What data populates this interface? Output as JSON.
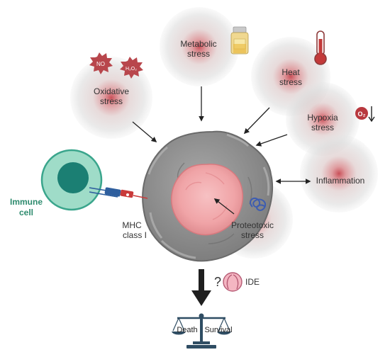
{
  "stresses": {
    "metabolic": {
      "line1": "Metabolic",
      "line2": "stress"
    },
    "oxidative": {
      "line1": "Oxidative",
      "line2": "stress"
    },
    "heat": {
      "line1": "Heat",
      "line2": "stress"
    },
    "hypoxia": {
      "line1": "Hypoxia",
      "line2": "stress"
    },
    "inflammation": {
      "label": "Inflammation"
    },
    "proteotoxic": {
      "line1": "Proteotoxic",
      "line2": "stress"
    }
  },
  "molecules": {
    "no": "NO",
    "h2o2": "H₂O₂",
    "o2": "O₂"
  },
  "immune": {
    "line1": "Immune",
    "line2": "cell"
  },
  "mhc": {
    "line1": "MHC",
    "line2": "class I"
  },
  "outcome": {
    "question": "?",
    "ide": "IDE",
    "death": "Death",
    "survival": "Survival"
  },
  "colors": {
    "halo_center": "#c0303a",
    "halo_edge": "#d9d9d9",
    "tumor_cell": "#8f8f8f",
    "nucleus": "#f2a7aa",
    "immune_cell": "#3aa58c",
    "immune_nucleus": "#1b7f73",
    "immune_text": "#2e8b6e",
    "tcr_blue": "#2f5f9e",
    "tcr_red": "#c93a3a",
    "ide_pink": "#f4b6c2",
    "scale": "#2f4d63"
  },
  "icons": [
    "no-molecule-icon",
    "h2o2-molecule-icon",
    "medicine-bottle-icon",
    "thermometer-icon",
    "o2-down-icon",
    "misfolded-protein-icon",
    "ide-enzyme-icon",
    "balance-scale-icon"
  ]
}
